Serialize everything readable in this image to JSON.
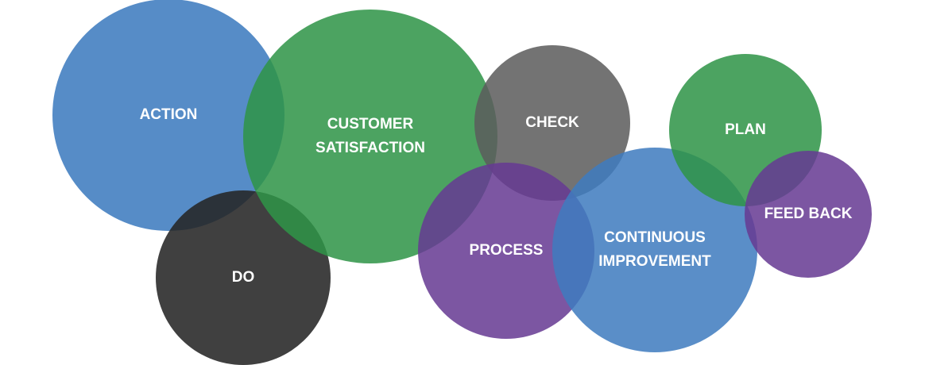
{
  "colors": {
    "blue": "#3f7cbf",
    "green": "#2f9447",
    "gray": "#5c5c5c",
    "dark": "#262626",
    "purple": "#663a93",
    "label": "#ffffff"
  },
  "bubbles": [
    {
      "id": "action",
      "label": [
        "ACTION"
      ],
      "color": "blue",
      "opacity": 0.88
    },
    {
      "id": "do",
      "label": [
        "DO"
      ],
      "color": "dark",
      "opacity": 0.88
    },
    {
      "id": "customer-satisfaction",
      "label": [
        "CUSTOMER",
        "SATISFACTION"
      ],
      "color": "green",
      "opacity": 0.86
    },
    {
      "id": "check",
      "label": [
        "CHECK"
      ],
      "color": "gray",
      "opacity": 0.86
    },
    {
      "id": "process",
      "label": [
        "PROCESS"
      ],
      "color": "purple",
      "opacity": 0.86
    },
    {
      "id": "continuous-improvement",
      "label": [
        "CONTINUOUS",
        "IMPROVEMENT"
      ],
      "color": "blue",
      "opacity": 0.86
    },
    {
      "id": "plan",
      "label": [
        "PLAN"
      ],
      "color": "green",
      "opacity": 0.86
    },
    {
      "id": "feed-back",
      "label": [
        "FEED BACK"
      ],
      "color": "purple",
      "opacity": 0.86
    }
  ]
}
